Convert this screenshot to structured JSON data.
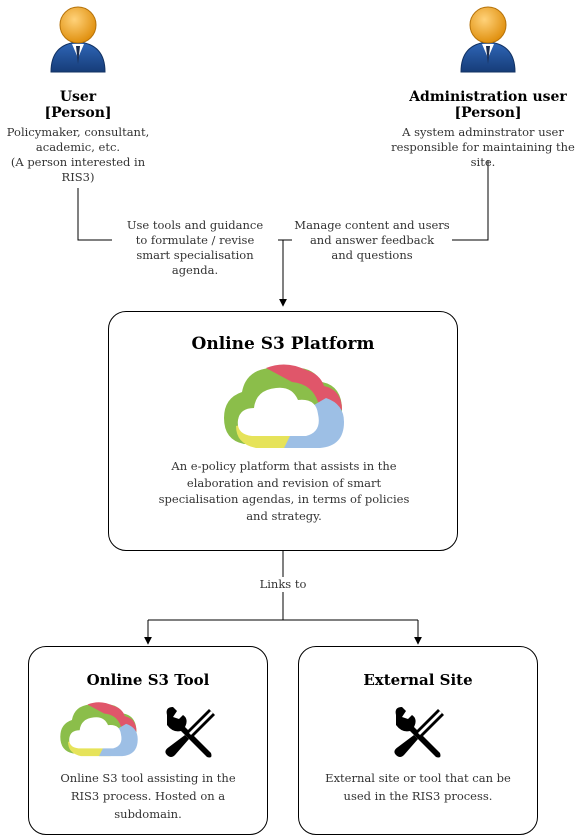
{
  "user": {
    "name": "User",
    "type": "[Person]",
    "desc_lines": [
      "Policymaker, consultant,",
      "academic, etc.",
      "(A person interested in RIS3)"
    ]
  },
  "admin": {
    "name": "Administration user",
    "type": "[Person]",
    "desc_lines": [
      "A system adminstrator user",
      "responsible for maintaining the site."
    ]
  },
  "edges": {
    "user_label_lines": [
      "Use tools and guidance",
      "to formulate / revise",
      "smart specialisation agenda."
    ],
    "admin_label_lines": [
      "Manage content and users",
      "and answer feedback",
      "and questions"
    ],
    "links_label": "Links to"
  },
  "platform": {
    "title": "Online S3 Platform",
    "desc_lines": [
      "An e-policy platform that assists in the",
      "elaboration and revision of smart",
      "specialisation agendas, in terms of policies",
      "and strategy."
    ]
  },
  "tool": {
    "title": "Online S3 Tool",
    "desc_lines": [
      "Online S3 tool assisting in the",
      "RIS3 process. Hosted on a",
      "subdomain."
    ]
  },
  "external": {
    "title": "External Site",
    "desc_lines": [
      "External site or tool that can be",
      "used in the RIS3 process."
    ]
  },
  "icons": {
    "person": "person-icon",
    "cloud": "cloud-logo-icon",
    "tools": "wrench-screwdriver-icon"
  },
  "colors": {
    "person_head": "#F0A31D",
    "person_body": "#1E4E9A",
    "cloud_green": "#8BBE4A",
    "cloud_red": "#E0566A",
    "cloud_yellow": "#E6E35A",
    "cloud_blue": "#9DBFE5"
  }
}
